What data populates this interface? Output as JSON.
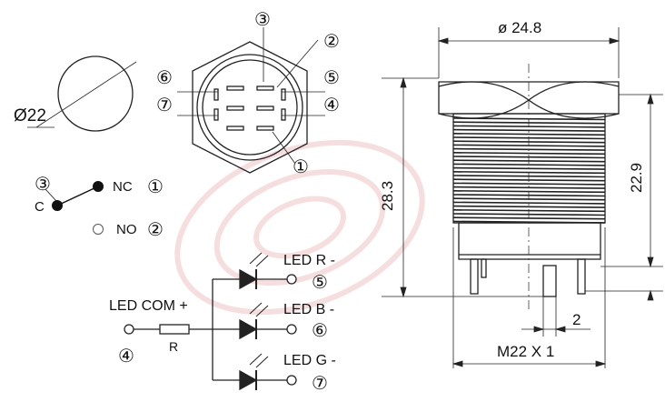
{
  "front": {
    "diameter_label": "Ø22"
  },
  "top_view": {
    "callouts": [
      "③",
      "②",
      "⑥",
      "⑤",
      "⑦",
      "④",
      "①"
    ]
  },
  "switch": {
    "nc_label": "NC",
    "nc_num": "①",
    "c_label": "C",
    "c_num": "③",
    "no_label": "NO",
    "no_num": "②"
  },
  "led": {
    "com_label": "LED COM +",
    "com_num": "④",
    "resistor_label": "R",
    "r_label": "LED R -",
    "r_num": "⑤",
    "b_label": "LED B -",
    "b_num": "⑥",
    "g_label": "LED G -",
    "g_num": "⑦"
  },
  "side": {
    "top_dim": "ø 24.8",
    "height_dim": "28.3",
    "thread_len_dim": "22.9",
    "pin_dim": "2",
    "thread_spec": "M22 X 1"
  },
  "colors": {
    "line": "#222222",
    "watermark": "#e8a0a0"
  }
}
